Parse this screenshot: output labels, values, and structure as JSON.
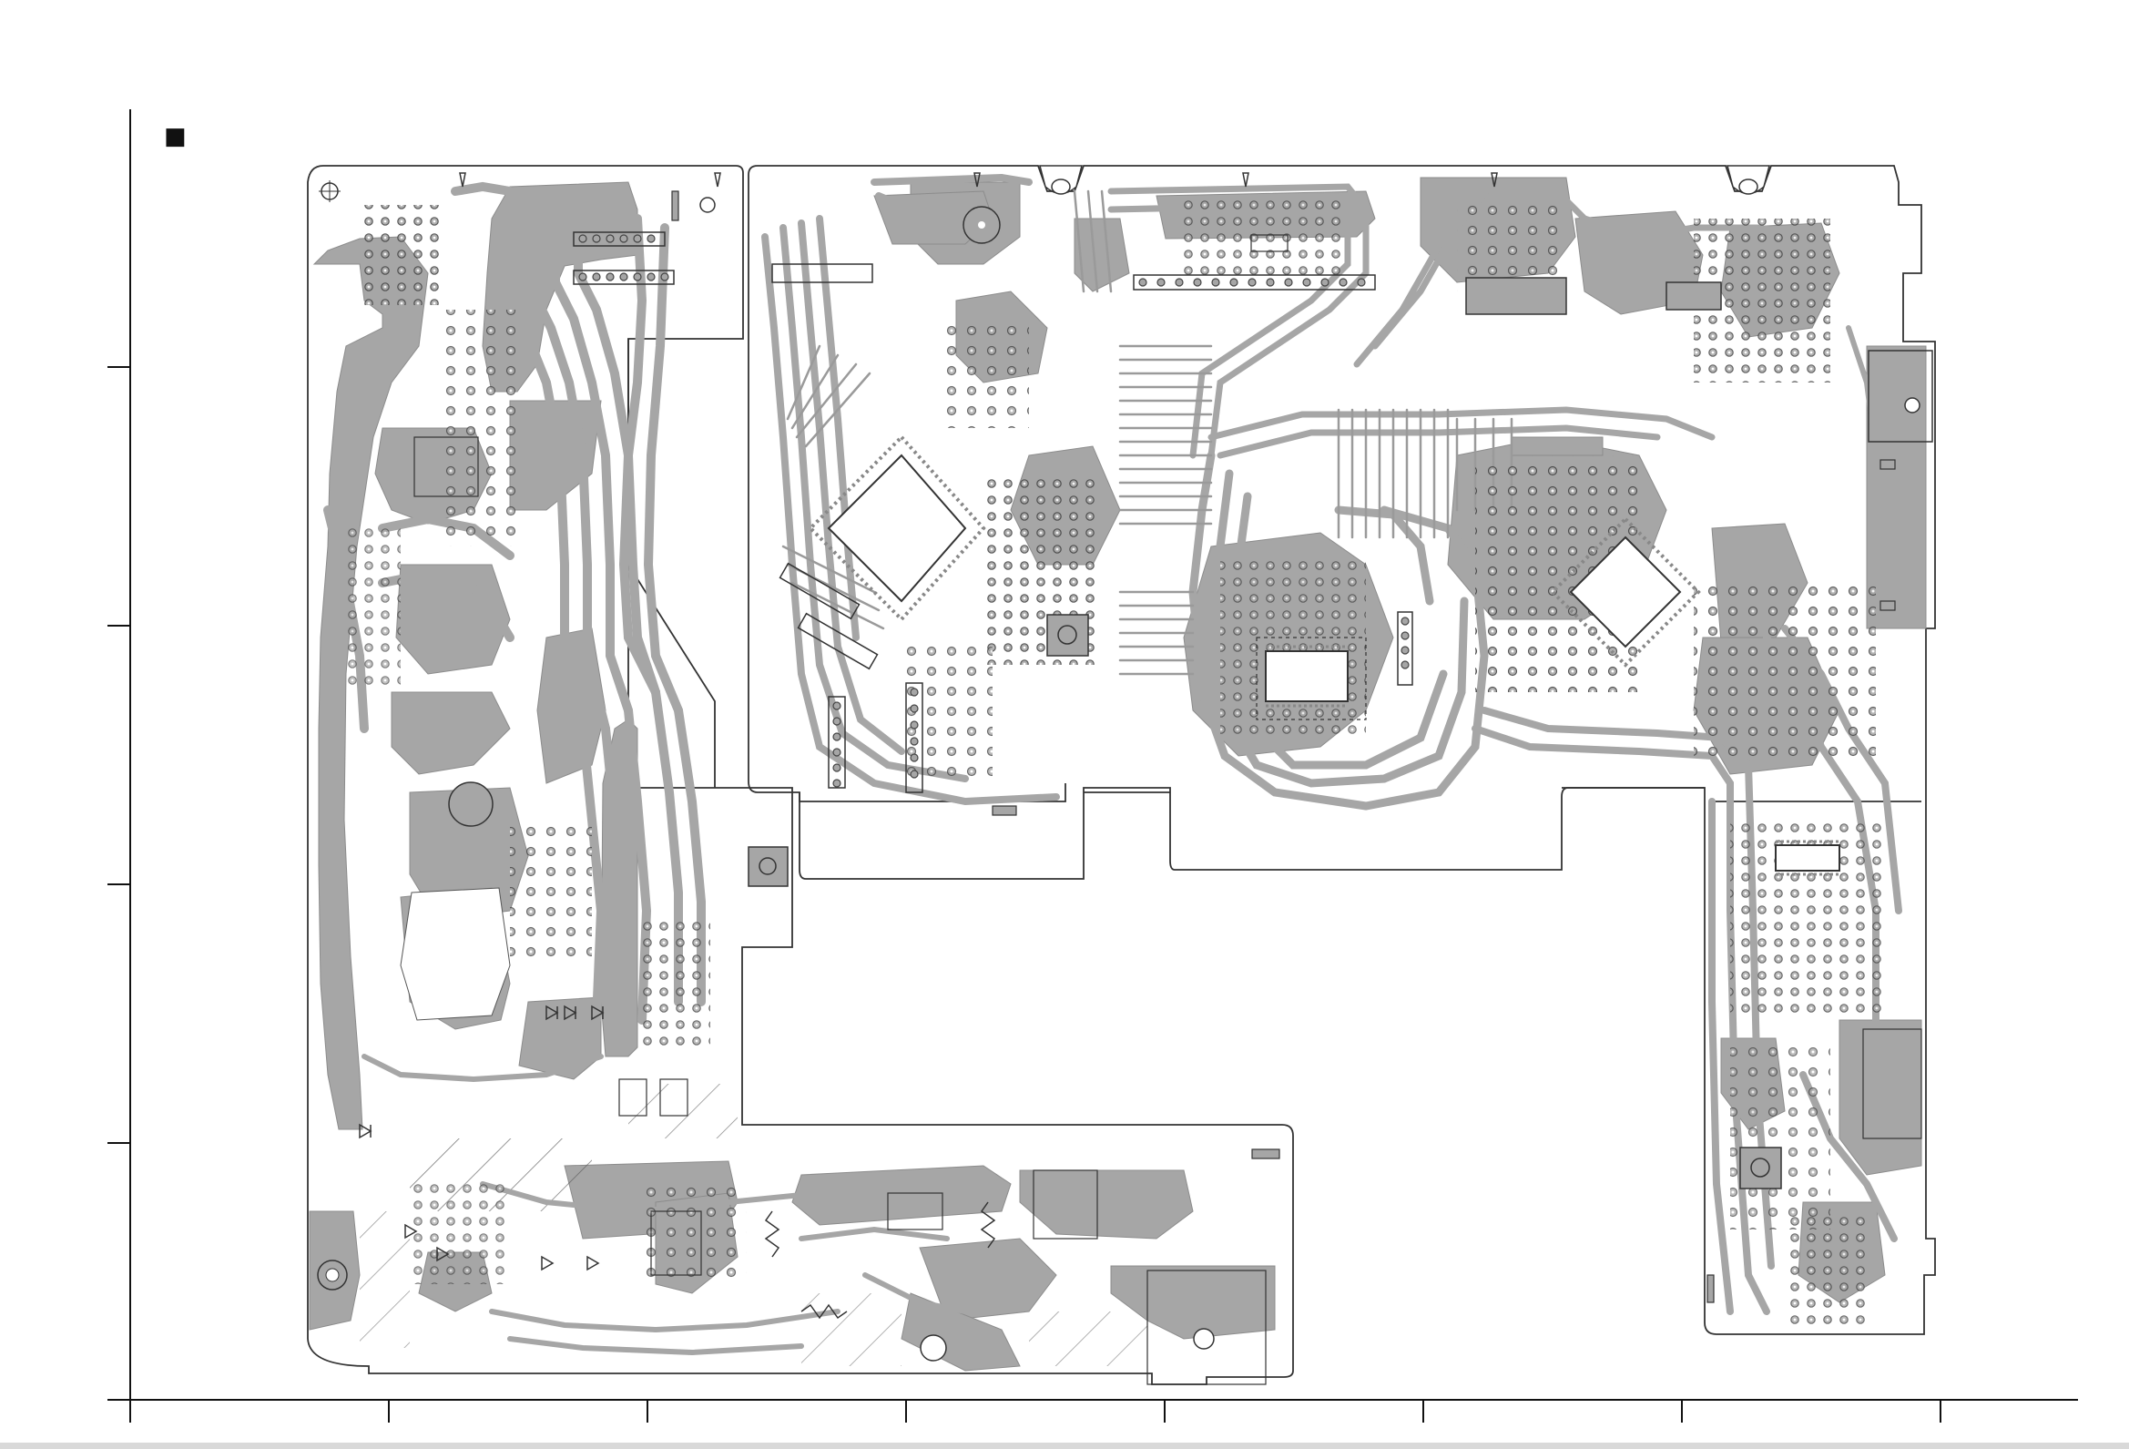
{
  "section_marker": "■",
  "colors": {
    "copper": "#a6a6a6",
    "trace": "#8c8c8c",
    "outline": "#333333",
    "frame": "#111111",
    "background": "#ffffff"
  },
  "drawing": {
    "type": "pcb-foil-pattern",
    "layer": "solder-side",
    "frame_grid_columns": 8,
    "frame_grid_rows": 5,
    "large_ic_count": 2,
    "connector_strip_count": 6,
    "mounting_hole_count": 6
  }
}
